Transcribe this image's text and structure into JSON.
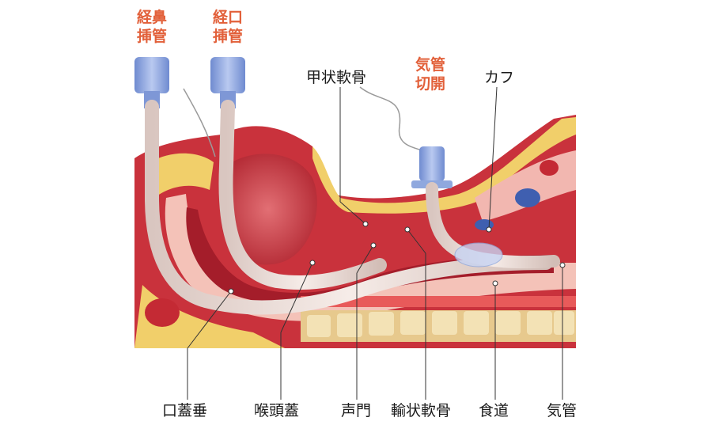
{
  "labels": {
    "nasal_intubation": [
      "経鼻",
      "挿管"
    ],
    "oral_intubation": [
      "経口",
      "挿管"
    ],
    "tracheostomy": [
      "気管",
      "切開"
    ],
    "thyroid_cartilage": "甲状軟骨",
    "cuff": "カフ",
    "uvula": "口蓋垂",
    "epiglottis": "喉頭蓋",
    "vocal_cords": "声門",
    "cricoid_cartilage": "輸状軟骨",
    "esophagus": "食道",
    "trachea": "気管"
  },
  "colors": {
    "accent_label": "#e2603a",
    "tissue_red": "#c9323c",
    "tissue_pink": "#f2b7b0",
    "fat_yellow": "#f1cf6a",
    "bone": "#f3e2b5",
    "tube": "#eadcd6",
    "connector_blue": "#8fa8de",
    "vein_blue": "#3f5fb0"
  }
}
